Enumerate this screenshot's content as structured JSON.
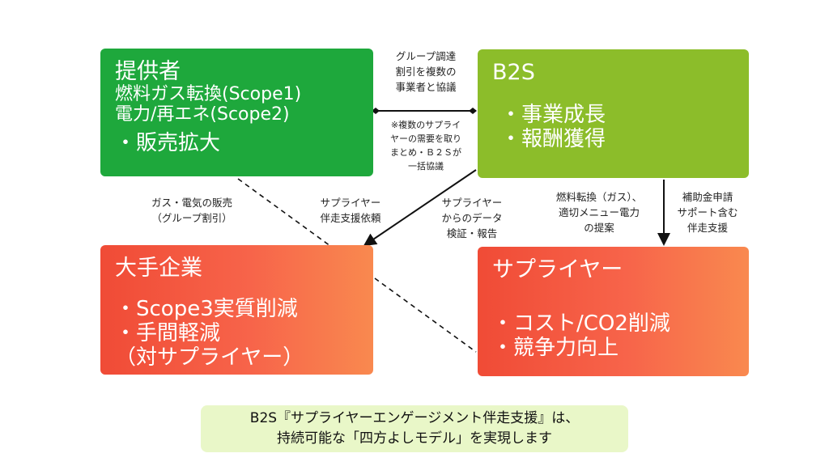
{
  "provider": {
    "title": "提供者",
    "line1": "燃料ガス転換(Scope1)",
    "line2": "電力/再エネ(Scope2)",
    "bullet1": "・販売拡大"
  },
  "b2s": {
    "title": "B2S",
    "bullet1": "・事業成長",
    "bullet2": "・報酬獲得"
  },
  "large_company": {
    "title": "大手企業",
    "bullet1": "・Scope3実質削減",
    "bullet2": "・手間軽減",
    "bullet3": "（対サプライヤー）"
  },
  "supplier": {
    "title": "サプライヤー",
    "bullet1": "・コスト/CO2削減",
    "bullet2": "・競争力向上"
  },
  "notes": {
    "top_center": [
      "グループ調達",
      "割引を複数の",
      "事業者と協議"
    ],
    "middle_center": [
      "※複数のサプライ",
      "ヤーの需要を取り",
      "まとめ・Ｂ２Ｓが",
      "一括協議"
    ],
    "gas_sales": [
      "ガス・電気の販売",
      "（グループ割引）"
    ],
    "support_request": [
      "サプライヤー",
      "伴走支援依頼"
    ],
    "data_verify": [
      "サプライヤー",
      "からのデータ",
      "検証・報告"
    ],
    "fuel_conversion": [
      "燃料転換（ガス）、",
      "適切メニュー電力",
      "の提案"
    ],
    "subsidy": [
      "補助金申請",
      "サポート含む",
      "伴走支援"
    ]
  },
  "caption": {
    "line1": "B2S『サプライヤーエンゲージメント伴走支援』は、",
    "line2": "持続可能な「四方よしモデル」を実現します"
  }
}
